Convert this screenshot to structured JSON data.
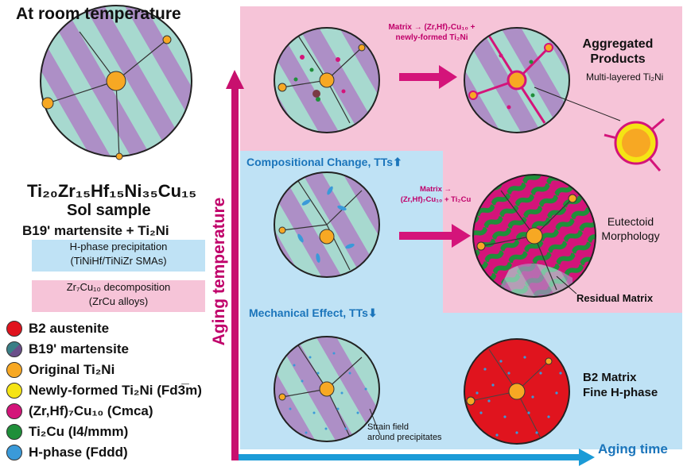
{
  "left": {
    "title": "At room temperature",
    "formula": "Ti₂₀Zr₁₅Hf₁₅Ni₃₅Cu₁₅",
    "subtitle": "Sol sample",
    "phases": "B19' martensite + Ti₂Ni"
  },
  "notes": {
    "h_phase": [
      "H-phase precipitation",
      "(TiNiHf/TiNiZr SMAs)"
    ],
    "decomp": [
      "Zr₇Cu₁₀ decomposition",
      "(ZrCu alloys)"
    ]
  },
  "legend": [
    {
      "label": "B2 austenite",
      "color": "#e0141e",
      "icon": "red-circle"
    },
    {
      "label": "B19' martensite",
      "color": "#6a9ea0",
      "icon": "split-circle"
    },
    {
      "label": "Original Ti₂Ni",
      "color": "#f7a823",
      "icon": "orange-circle"
    },
    {
      "label": "Newly-formed Ti₂Ni (Fd3̅m)",
      "color": "#f5e414",
      "icon": "yellow-circle"
    },
    {
      "label": "(Zr,Hf)₇Cu₁₀ (Cmca)",
      "color": "#d4147a",
      "icon": "magenta-circle"
    },
    {
      "label": "Ti₂Cu (I4/mmm)",
      "color": "#1f8f3a",
      "icon": "green-circle"
    },
    {
      "label": "H-phase (Fddd)",
      "color": "#3a9ad9",
      "icon": "blue-circle"
    }
  ],
  "axes": {
    "y_label": "Aging temperature",
    "x_label": "Aging time"
  },
  "annotations": {
    "top_reaction": [
      "Matrix → (Zr,Hf)₇Cu₁₀ +",
      "newly-formed Ti₂Ni"
    ],
    "aggregated": [
      "Aggregated",
      "Products"
    ],
    "multilayer": "Multi-layered Ti₂Ni",
    "compositional": "Compositional Change, TTs",
    "mid_reaction": [
      "Matrix →",
      "(Zr,Hf)₇Cu₁₀ + Ti₂Cu"
    ],
    "eutectoid": [
      "Eutectoid",
      "Morphology"
    ],
    "residual": "Residual Matrix",
    "mechanical": "Mechanical Effect, TTs",
    "strain": [
      "Strain field",
      "around precipitates"
    ],
    "b2": [
      "B2 Matrix",
      "Fine H-phase"
    ]
  },
  "colors": {
    "pink_bg": "#f6c4d8",
    "blue_bg": "#bfe2f5",
    "stripe_teal": "#a7d9cf",
    "stripe_purple": "#ad8fc6",
    "axis_magenta": "#c8106e",
    "axis_blue": "#1b9bd7"
  }
}
